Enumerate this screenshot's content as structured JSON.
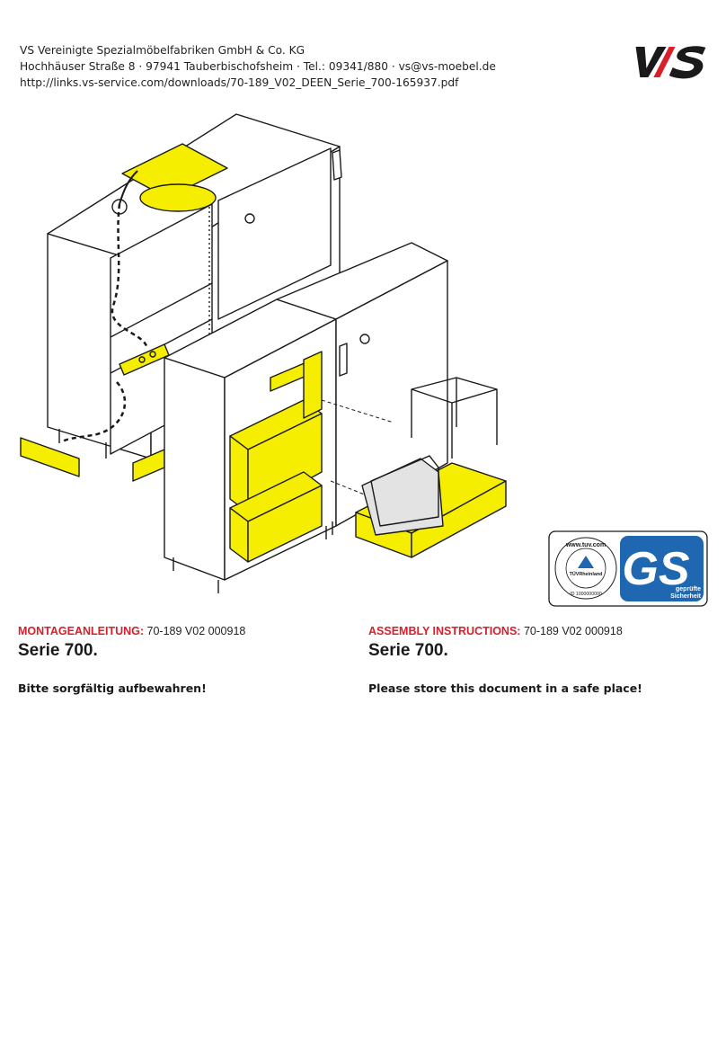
{
  "header": {
    "company": "VS Vereinigte Spezialmöbelfabriken GmbH & Co. KG",
    "address": "Hochhäuser Straße 8 · 97941 Tauberbischofsheim · Tel.: 09341/880 · vs@vs-moebel.de",
    "url": "http://links.vs-service.com/downloads/70-189_V02_DEEN_Serie_700-165937.pdf"
  },
  "logo": {
    "text": "VS",
    "color": "#d8202b",
    "dark": "#1a1a1a"
  },
  "colors": {
    "accent_yellow": "#f5ee00",
    "red": "#d8202b",
    "tuv_blue": "#1f67b1"
  },
  "badge": {
    "tuv_url": "www.tuv.com",
    "tuv_brand": "TÜVRheinland",
    "tuv_id": "ID 1000000000",
    "gs_mark": "GS",
    "gs_text_1": "geprüfte",
    "gs_text_2": "Sicherheit"
  },
  "german": {
    "label": "MONTAGEANLEITUNG:",
    "code": "70-189 V02 000918",
    "title": "Serie 700.",
    "note": "Bitte sorgfältig aufbewahren!"
  },
  "english": {
    "label": "ASSEMBLY INSTRUCTIONS:",
    "code": "70-189 V02 000918",
    "title": "Serie 700.",
    "note": "Please store this document in a safe place!"
  }
}
